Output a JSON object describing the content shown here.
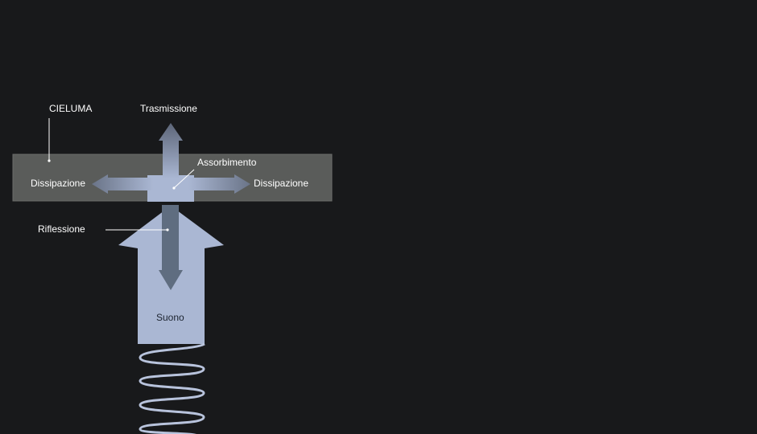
{
  "labels": {
    "material": "CIELUMA",
    "transmission": "Trasmissione",
    "absorption": "Assorbimento",
    "dissipation_left": "Dissipazione",
    "dissipation_right": "Dissipazione",
    "reflection": "Riflessione",
    "sound": "Suono"
  },
  "colors": {
    "background": "#18191b",
    "panel": "#5a5c5a",
    "panel_border": "#6a6c6a",
    "sound_arrow": "#aab7d3",
    "reflection_arrow": "#5f6d80",
    "wave": "#b8c3dc",
    "label_line": "#ffffff"
  }
}
